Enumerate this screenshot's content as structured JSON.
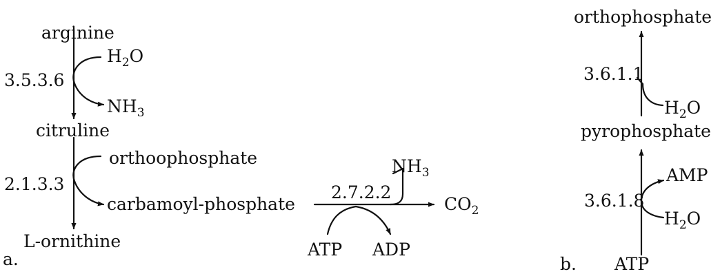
{
  "panel_a": {
    "label": "a.",
    "compounds": {
      "arginine": "arginine",
      "citruline": "citruline",
      "ornithine": "L-ornithine",
      "carbamoyl": "carbamoyl-phosphate",
      "co2": "CO",
      "co2_sub": "2",
      "atp": "ATP",
      "adp": "ADP"
    },
    "enzymes": {
      "e1": "3.5.3.6",
      "e2": "2.1.3.3",
      "e3": "2.7.2.2"
    },
    "side": {
      "h2o_main": "H",
      "h2o_sub": "2",
      "h2o_tail": "O",
      "nh3_main": "NH",
      "nh3_sub": "3",
      "orthophosphate": "orthoophosphate",
      "nh3b_main": "NH",
      "nh3b_sub": "3"
    }
  },
  "panel_b": {
    "label": "b.",
    "compounds": {
      "orthophosphate": "orthophosphate",
      "pyrophosphate": "pyrophosphate",
      "atp": "ATP",
      "amp": "AMP"
    },
    "enzymes": {
      "e1": "3.6.1.1",
      "e2": "3.6.1.8"
    },
    "side": {
      "h2o1_main": "H",
      "h2o1_sub": "2",
      "h2o1_tail": "O",
      "h2o2_main": "H",
      "h2o2_sub": "2",
      "h2o2_tail": "O"
    }
  }
}
